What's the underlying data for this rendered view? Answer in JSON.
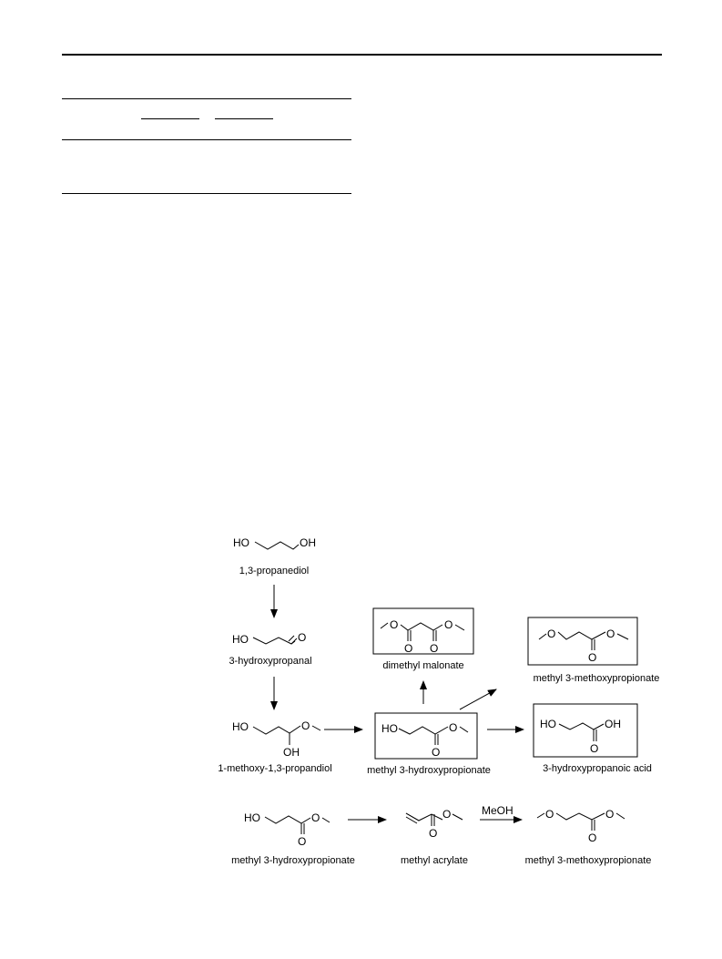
{
  "scheme": {
    "label_propanediol": "1,3-propanediol",
    "label_hydroxypropanal": "3-hydroxypropanal",
    "label_methoxy_propandiol": "1-methoxy-1,3-propandiol",
    "label_dimethyl_malonate": "dimethyl malonate",
    "label_methyl_methoxypropionate_top": "methyl 3-methoxypropionate",
    "label_methyl_hydroxypropionate_center": "methyl 3-hydroxypropionate",
    "label_hydroxypropanoic_acid": "3-hydroxypropanoic acid",
    "label_methyl_hydroxypropionate_bottom": "methyl 3-hydroxypropionate",
    "label_methyl_acrylate": "methyl acrylate",
    "label_methyl_methoxypropionate_bottom": "methyl 3-methoxypropionate",
    "reagent_meoh": "MeOH",
    "atom_ho": "HO",
    "atom_oh": "OH",
    "atom_o": "O"
  }
}
